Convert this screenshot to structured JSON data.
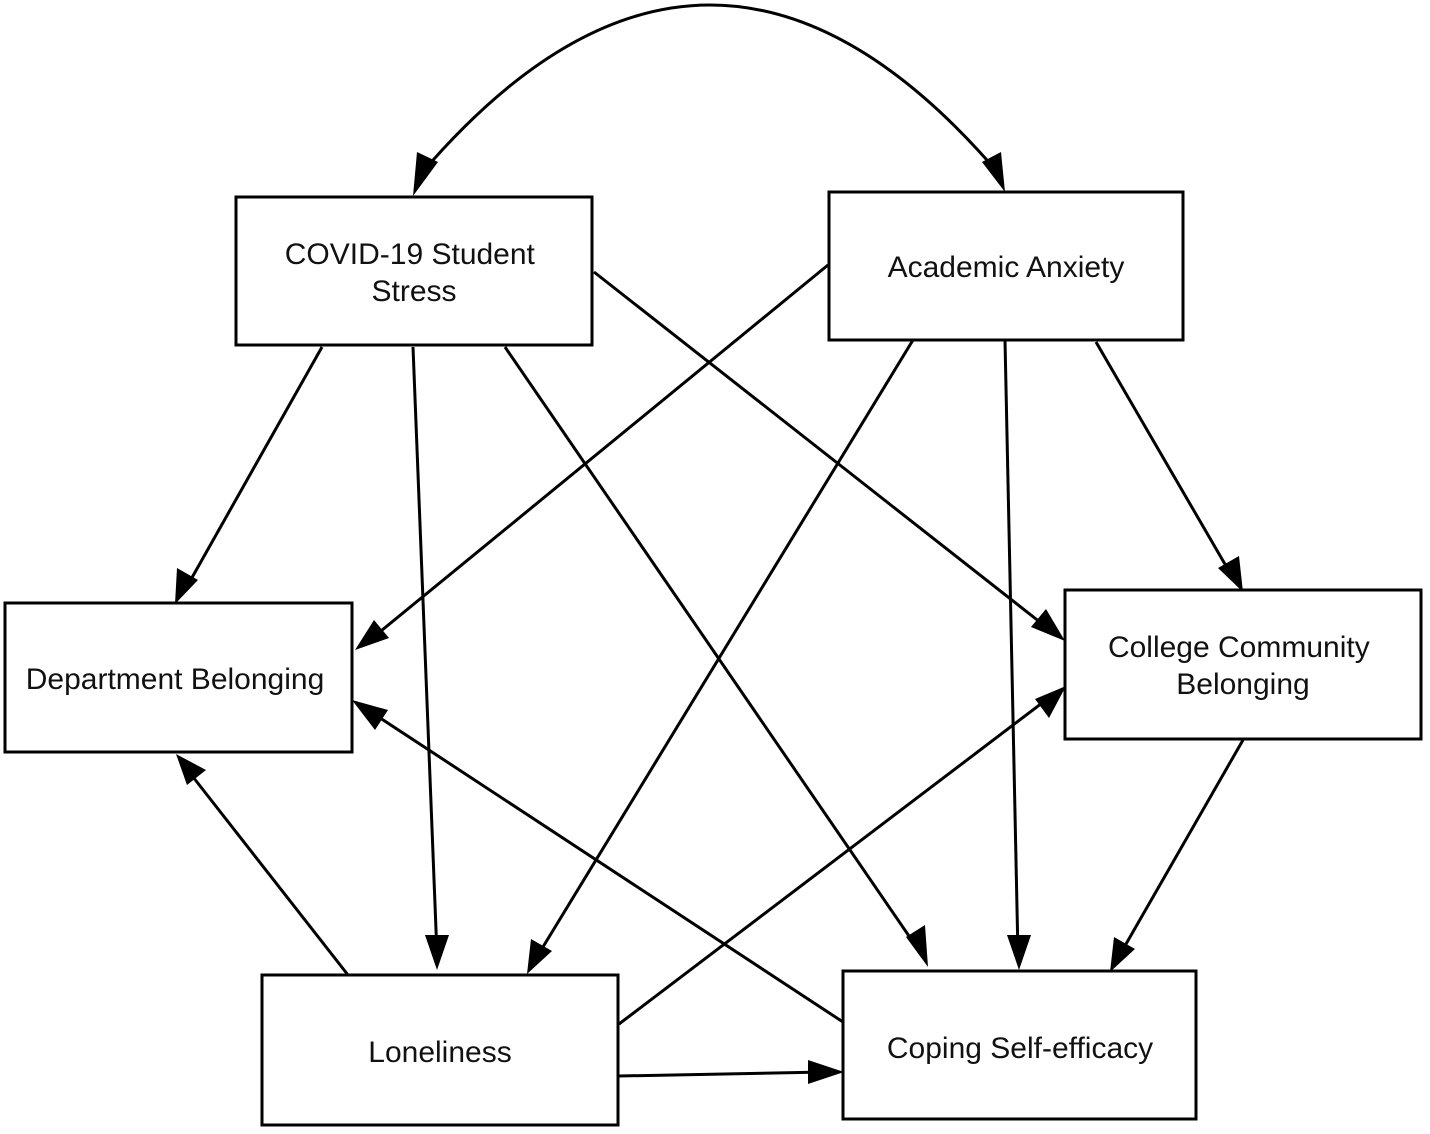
{
  "nodes": {
    "covid_stress": {
      "lines": [
        "COVID-19 Student",
        "Stress"
      ]
    },
    "academic_anxiety": {
      "lines": [
        "Academic Anxiety"
      ]
    },
    "department_belonging": {
      "lines": [
        "Department Belonging"
      ]
    },
    "college_belonging": {
      "lines": [
        "College Community",
        "Belonging"
      ]
    },
    "loneliness": {
      "lines": [
        "Loneliness"
      ]
    },
    "coping": {
      "lines": [
        "Coping Self-efficacy"
      ]
    }
  },
  "edges": [
    {
      "from": "covid_stress",
      "to": "academic_anxiety",
      "type": "bidirectional-curved"
    },
    {
      "from": "covid_stress",
      "to": "department_belonging",
      "type": "directed"
    },
    {
      "from": "covid_stress",
      "to": "loneliness",
      "type": "directed"
    },
    {
      "from": "covid_stress",
      "to": "coping",
      "type": "directed"
    },
    {
      "from": "covid_stress",
      "to": "college_belonging",
      "type": "directed"
    },
    {
      "from": "academic_anxiety",
      "to": "department_belonging",
      "type": "directed"
    },
    {
      "from": "academic_anxiety",
      "to": "loneliness",
      "type": "directed"
    },
    {
      "from": "academic_anxiety",
      "to": "coping",
      "type": "directed"
    },
    {
      "from": "academic_anxiety",
      "to": "college_belonging",
      "type": "directed"
    },
    {
      "from": "college_belonging",
      "to": "coping",
      "type": "directed"
    },
    {
      "from": "loneliness",
      "to": "department_belonging",
      "type": "directed"
    },
    {
      "from": "loneliness",
      "to": "college_belonging",
      "type": "directed"
    },
    {
      "from": "loneliness",
      "to": "coping",
      "type": "directed"
    },
    {
      "from": "coping",
      "to": "department_belonging",
      "type": "directed"
    }
  ]
}
